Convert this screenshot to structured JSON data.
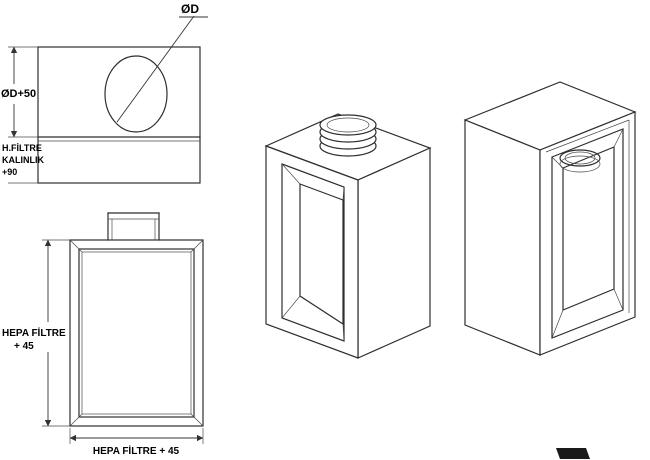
{
  "colors": {
    "line": "#2e2e2e",
    "text": "#000000",
    "background": "#ffffff"
  },
  "views": {
    "top_view": {
      "duct_label": "ØD",
      "height_dim": "ØD+50",
      "filter_note": [
        "H.FİLTRE",
        "KALINLIK",
        "+90"
      ]
    },
    "front_view": {
      "height_dim_line1": "HEPA FİLTRE",
      "height_dim_line2": "+ 45",
      "width_dim": "HEPA FİLTRE + 45"
    }
  }
}
